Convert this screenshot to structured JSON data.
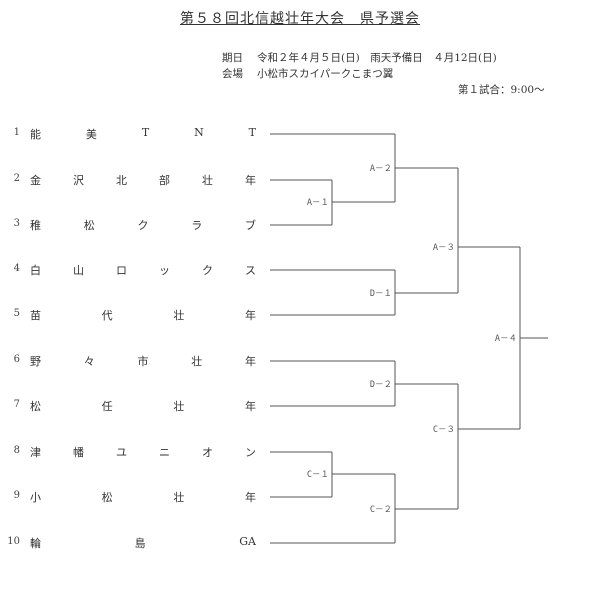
{
  "header": {
    "title": "第５８回北信越壮年大会　県予選会",
    "date_label": "期日",
    "date_value": "令和２年４月５日(日)　雨天予備日　４月12日(日)",
    "venue_label": "会場",
    "venue_value": "小松市スカイパークこまつ翼",
    "first_match": "第１試合：9:00〜"
  },
  "teams": [
    {
      "num": "1",
      "name": "能美ＴＮＴ",
      "chars": [
        "能",
        "美",
        "T",
        "N",
        "T"
      ]
    },
    {
      "num": "2",
      "name": "金沢北部壮年",
      "chars": [
        "金",
        "沢",
        "北",
        "部",
        "壮",
        "年"
      ]
    },
    {
      "num": "3",
      "name": "稚松クラブ",
      "chars": [
        "稚",
        "松",
        "ク",
        "ラ",
        "ブ"
      ]
    },
    {
      "num": "4",
      "name": "白山ロックス",
      "chars": [
        "白",
        "山",
        "ロ",
        "ッ",
        "ク",
        "ス"
      ]
    },
    {
      "num": "5",
      "name": "苗代壮年",
      "chars": [
        "苗",
        "代",
        "壮",
        "年"
      ]
    },
    {
      "num": "6",
      "name": "野々市壮年",
      "chars": [
        "野",
        "々",
        "市",
        "壮",
        "年"
      ]
    },
    {
      "num": "7",
      "name": "松任壮年",
      "chars": [
        "松",
        "任",
        "壮",
        "年"
      ]
    },
    {
      "num": "8",
      "name": "津幡ユニオン",
      "chars": [
        "津",
        "幡",
        "ユ",
        "ニ",
        "オ",
        "ン"
      ]
    },
    {
      "num": "9",
      "name": "小松壮年",
      "chars": [
        "小",
        "松",
        "壮",
        "年"
      ]
    },
    {
      "num": "10",
      "name": "輪島GA",
      "chars": [
        "輪",
        "島",
        "GA"
      ]
    }
  ],
  "matches": {
    "A1": "A－１",
    "A2": "A－２",
    "D1": "D－１",
    "A3": "A－３",
    "D2": "D－２",
    "C1": "C－１",
    "C2": "C－２",
    "C3": "C－３",
    "A4": "A－４"
  }
}
